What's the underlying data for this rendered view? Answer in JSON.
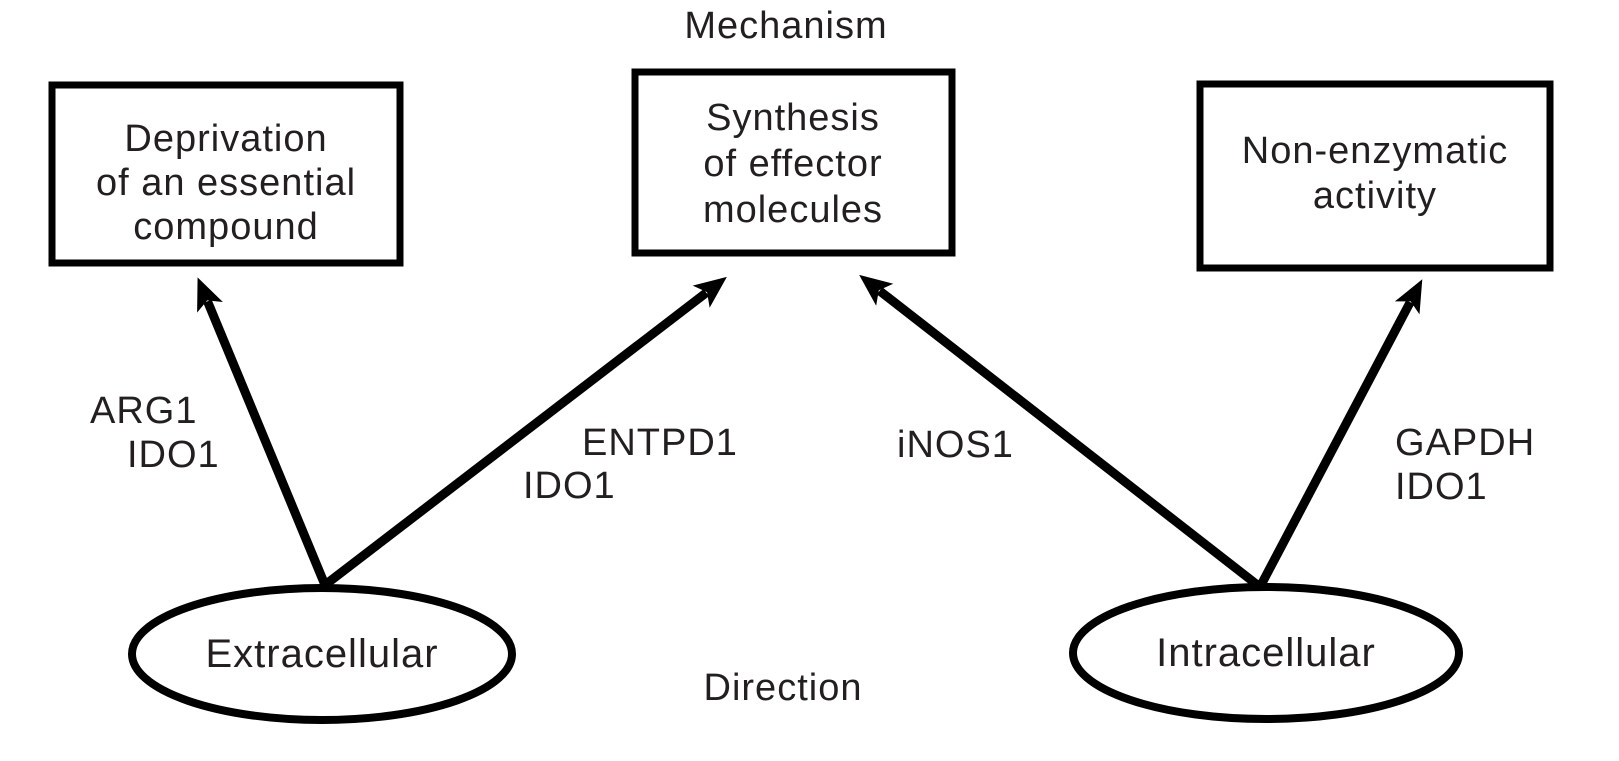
{
  "title": "Mechanism",
  "footer": "Direction",
  "colors": {
    "text": "#231f20",
    "line": "#000000",
    "background": "#ffffff"
  },
  "boxes": [
    {
      "id": "deprivation",
      "lines": [
        "Deprivation",
        "of an essential",
        "compound"
      ]
    },
    {
      "id": "synthesis",
      "lines": [
        "Synthesis",
        "of effector",
        "molecules"
      ]
    },
    {
      "id": "non-enzymatic",
      "lines": [
        "Non-enzymatic",
        "activity"
      ]
    }
  ],
  "ellipses": [
    {
      "id": "extracellular",
      "label": "Extracellular"
    },
    {
      "id": "intracellular",
      "label": "Intracellular"
    }
  ],
  "edges": [
    {
      "from": "Extracellular",
      "to": "Deprivation of an essential compound",
      "labels": [
        "ARG1",
        "IDO1"
      ]
    },
    {
      "from": "Extracellular",
      "to": "Synthesis of effector molecules",
      "labels": [
        "ENTPD1",
        "IDO1"
      ]
    },
    {
      "from": "Intracellular",
      "to": "Synthesis of effector molecules",
      "labels": [
        "iNOS1"
      ]
    },
    {
      "from": "Intracellular",
      "to": "Non-enzymatic activity",
      "labels": [
        "GAPDH",
        "IDO1"
      ]
    }
  ]
}
